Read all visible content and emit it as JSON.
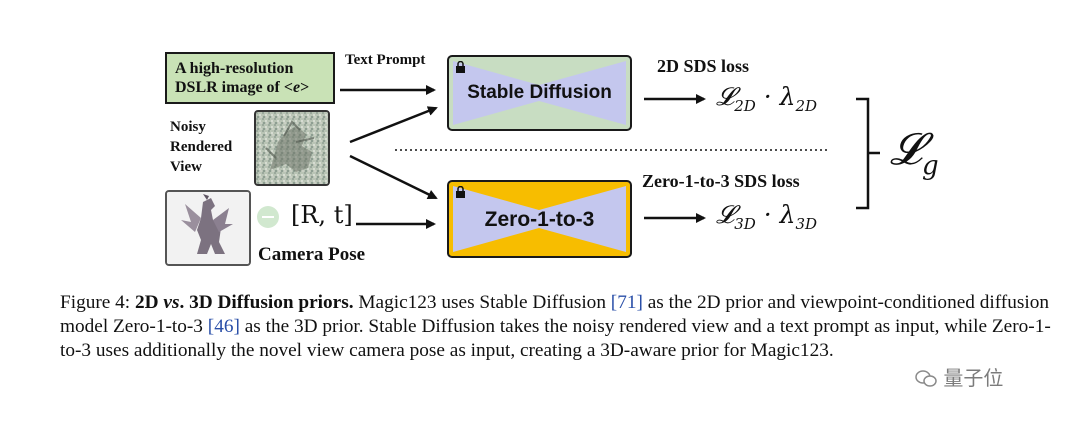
{
  "figure": {
    "text_prompt_box": {
      "line1": "A high-resolution",
      "line2_prefix": "DSLR image of <",
      "token": "e",
      "line2_suffix": ">"
    },
    "text_prompt_label": "Text Prompt",
    "noisy_view_label": [
      "Noisy",
      "Rendered",
      "View"
    ],
    "camera_pose_math": "[R, t]",
    "camera_pose_label": "Camera Pose",
    "models": {
      "top": "Stable Diffusion",
      "bottom": "Zero-1-to-3"
    },
    "losses": {
      "top_title": "2D SDS loss",
      "bottom_title": "Zero-1-to-3 SDS loss",
      "top_sub": "2D",
      "bottom_sub": "3D",
      "combined_sub": "g"
    },
    "colors": {
      "prompt_box": "#c9e2b6",
      "stable_diffusion_fill": "#c8ddc2",
      "zero123_fill": "#f7bd00",
      "hourglass": "#c4c7ee"
    }
  },
  "caption": {
    "figure_label": "Figure 4:",
    "title_a": "2D",
    "title_vs": "vs",
    "title_b": ". 3D Diffusion priors.",
    "s1": " Magic123 uses Stable Diffusion ",
    "c1": "[71]",
    "s2": " as the 2D prior and viewpoint-conditioned diffusion model Zero-1-to-3 ",
    "c2": "[46]",
    "s3": " as the 3D prior. Stable Diffusion takes the noisy rendered view and a text prompt as input, while Zero-1-to-3 uses additionally the novel view camera pose as input, creating a 3D-aware prior for Magic123."
  },
  "watermark": "量子位"
}
